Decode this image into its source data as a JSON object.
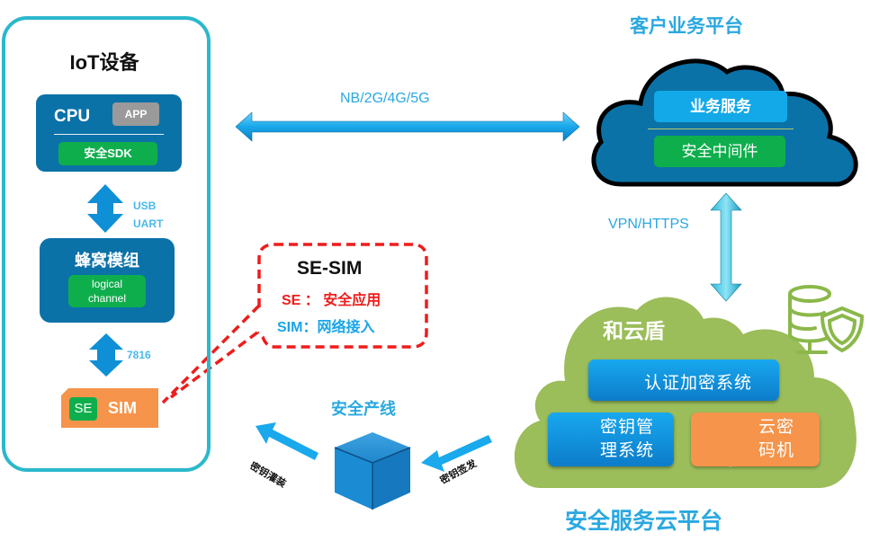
{
  "iot_device": {
    "title": "IoT设备",
    "cpu": {
      "label": "CPU",
      "app_badge": "APP",
      "sdk_badge": "安全SDK"
    },
    "cpu_modem_link": {
      "label_line1": "USB",
      "label_line2": "UART"
    },
    "modem": {
      "label": "蜂窝模组",
      "channel_line1": "logical",
      "channel_line2": "channel"
    },
    "modem_sim_link": {
      "label": "7816"
    },
    "sim": {
      "se_badge": "SE",
      "label": "SIM"
    }
  },
  "network_link": {
    "label": "NB/2G/4G/5G"
  },
  "customer_platform": {
    "title": "客户业务平台",
    "business_service": "业务服务",
    "security_middleware": "安全中间件"
  },
  "platform_link": {
    "label": "VPN/HTTPS"
  },
  "se_sim_callout": {
    "title": "SE-SIM",
    "line1": "SE ： 安全应用",
    "line2": "SIM：网络接入"
  },
  "production_line": {
    "title": "安全产线",
    "inject_label": "密钥灌装",
    "issue_label": "密钥签发"
  },
  "security_cloud": {
    "brand": "和云盾",
    "auth_system": "认证加密系统",
    "kms_line1": "密钥管",
    "kms_line2": "理系统",
    "hsm_line1": "云密",
    "hsm_line2": "码机",
    "title": "安全服务云平台"
  },
  "colors": {
    "panel_border": "#2bb8cc",
    "dark_blue": "#0b72a8",
    "green": "#0fae4c",
    "orange": "#f5944a",
    "accent_blue": "#2aa8e0",
    "cloud_green": "#9bbd5a",
    "red": "#ee1c1c"
  }
}
